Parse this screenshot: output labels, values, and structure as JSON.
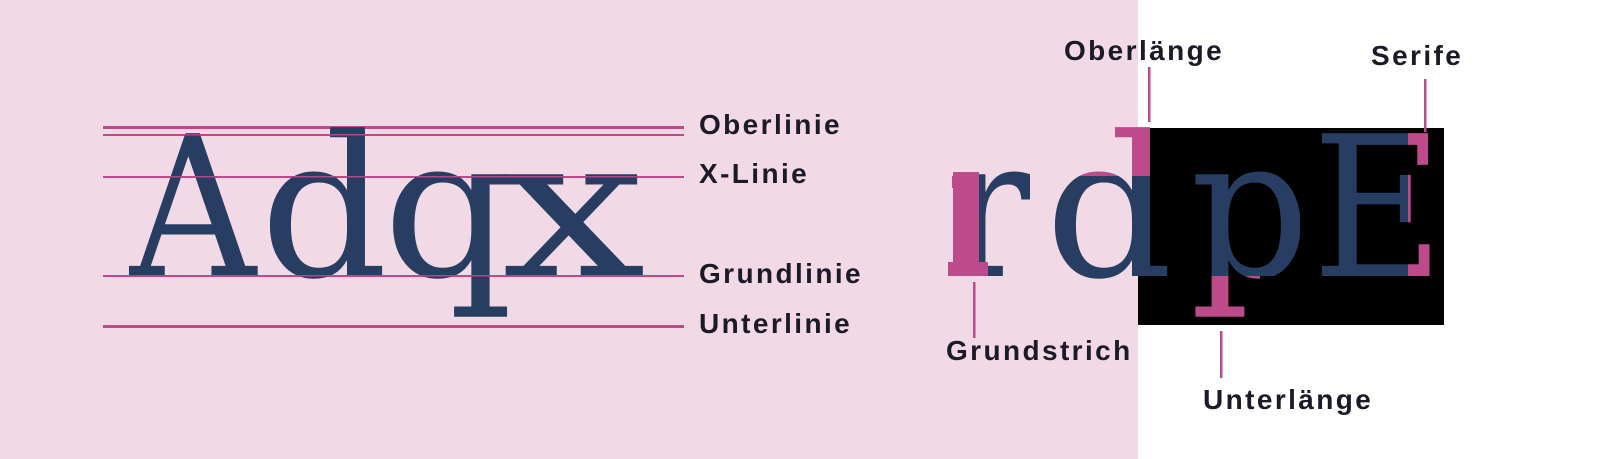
{
  "colors": {
    "background_pink": "#f1dae6",
    "accent_magenta": "#bd4a8a",
    "glyph_navy": "#283d62",
    "highlight_box": "#000000",
    "label_text": "#1b1a26"
  },
  "left_diagram": {
    "sample_word": "Adqx",
    "letters": [
      "A",
      "d",
      "q",
      "x"
    ],
    "guide_lines": [
      {
        "name": "Oberlinie",
        "label": "Oberlinie"
      },
      {
        "name": "X-Linie",
        "label": "X-Linie"
      },
      {
        "name": "Grundlinie",
        "label": "Grundlinie"
      },
      {
        "name": "Unterlinie",
        "label": "Unterlinie"
      }
    ]
  },
  "right_diagram": {
    "sample_word": "rdpE",
    "letters": [
      "r",
      "d",
      "p",
      "E"
    ],
    "annotations": {
      "ascender": "Oberlänge",
      "serif": "Serife",
      "stem": "Grundstrich",
      "descender": "Unterlänge"
    }
  }
}
